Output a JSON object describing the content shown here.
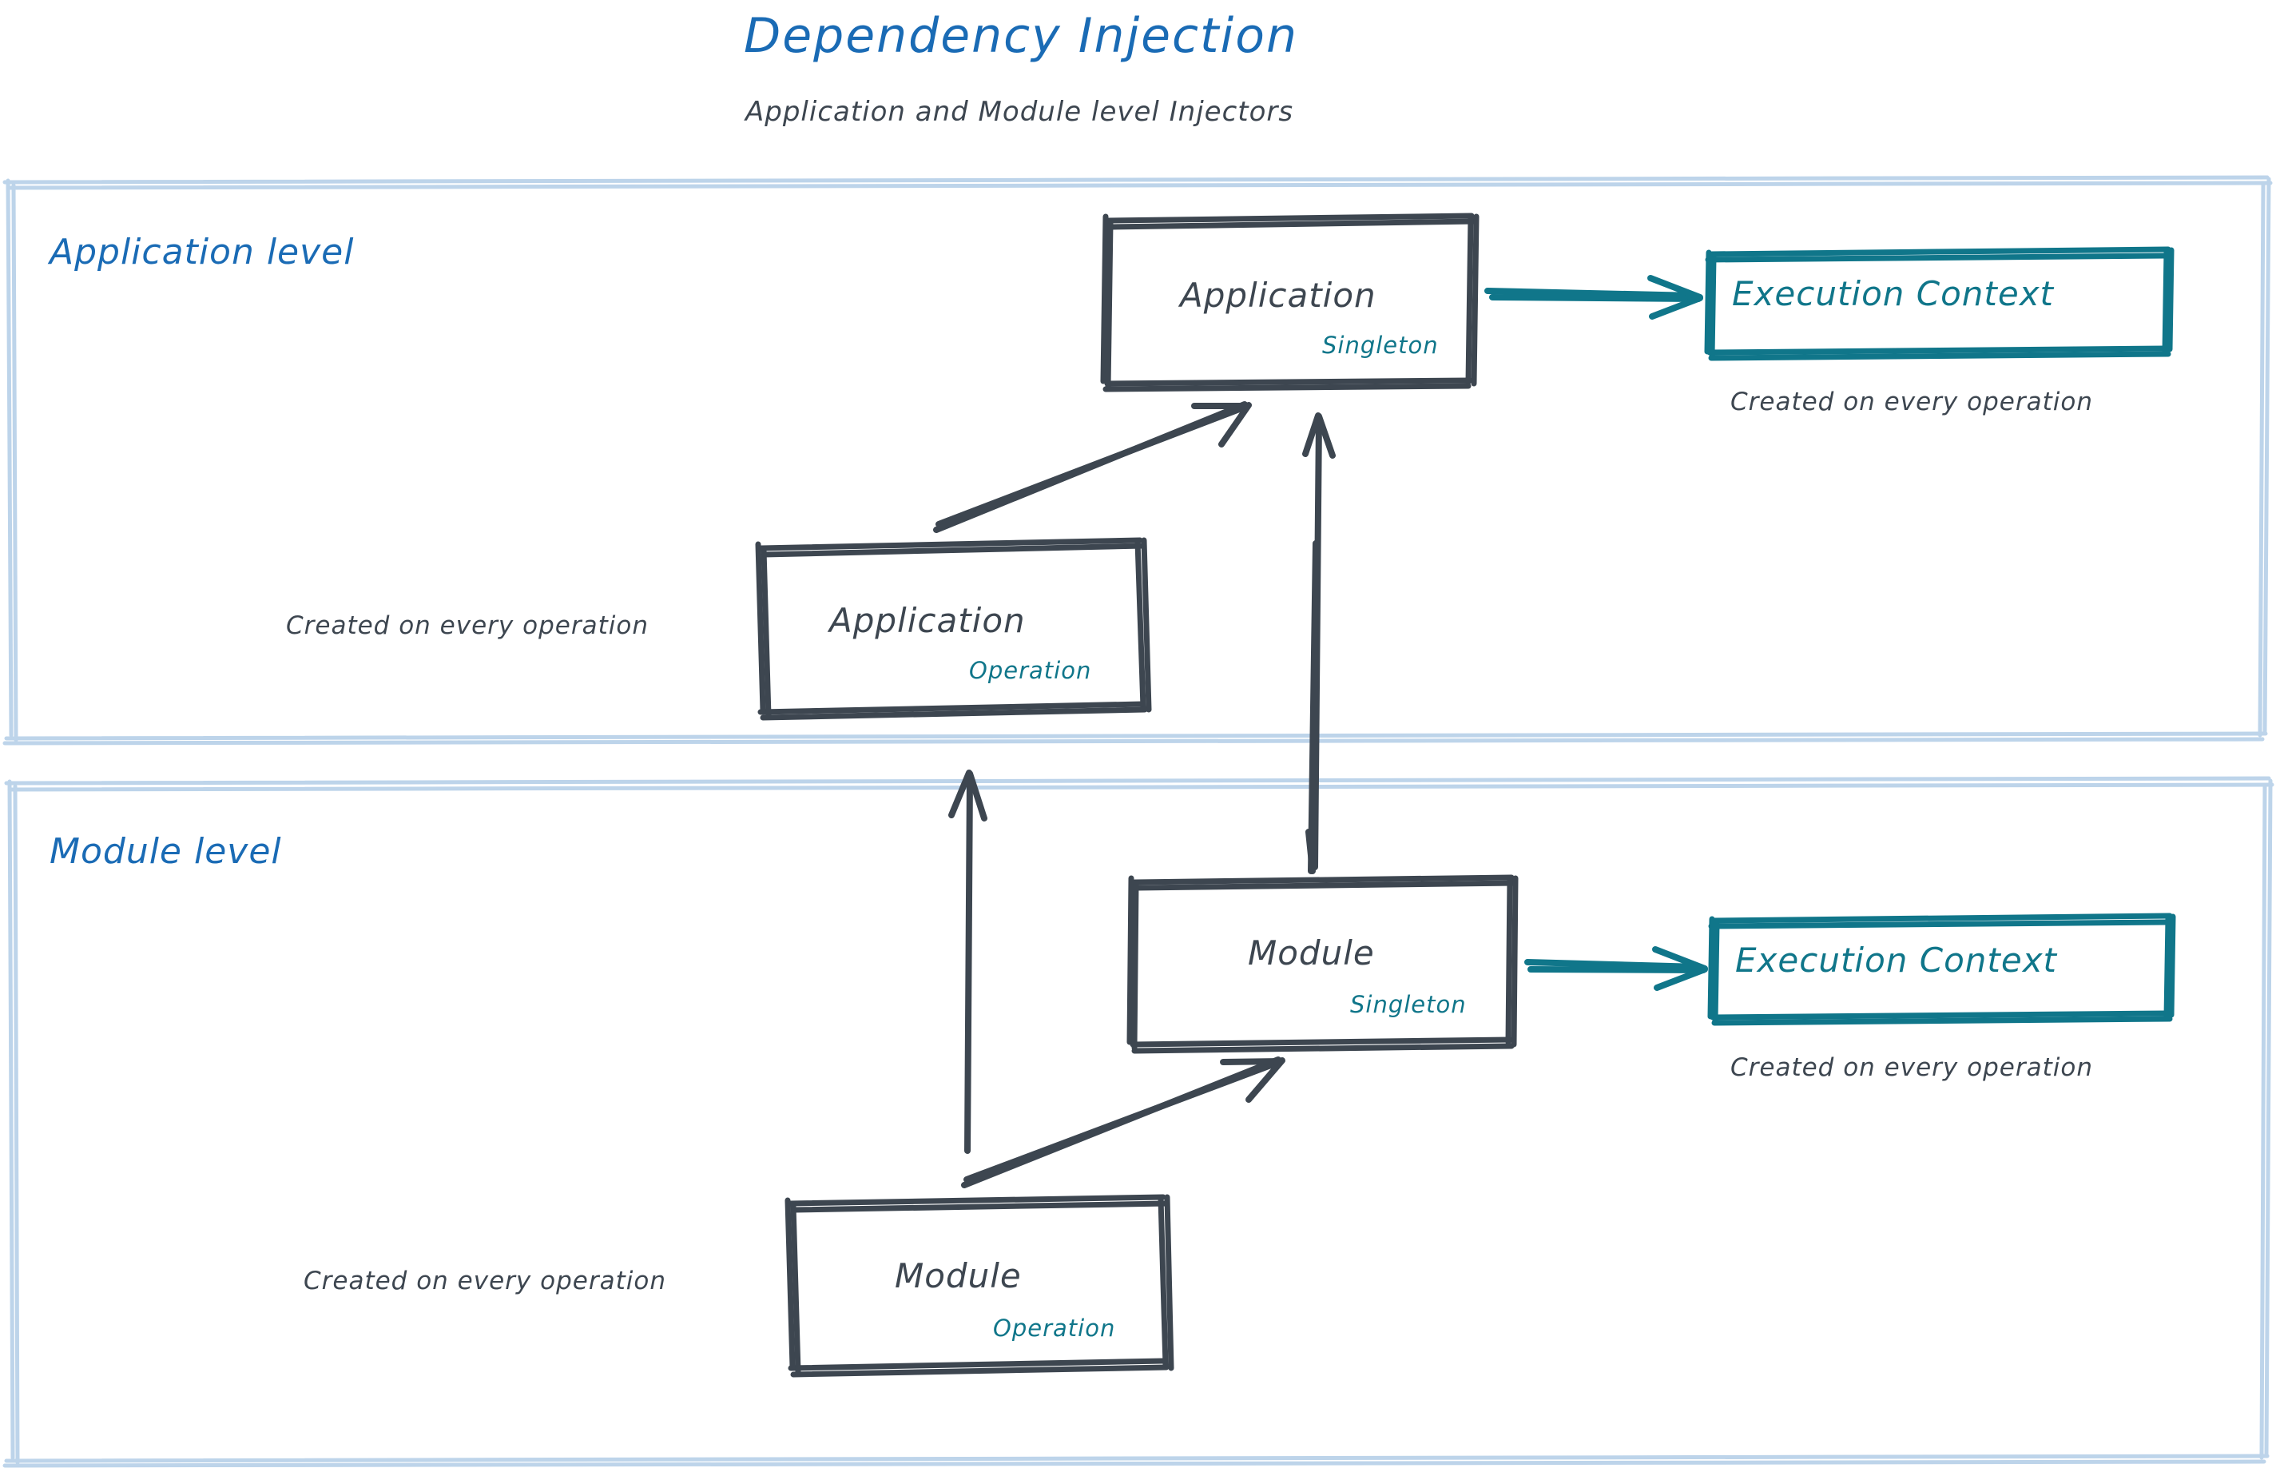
{
  "header": {
    "title": "Dependency Injection",
    "subtitle": "Application and Module level Injectors",
    "title_color": "#1a6bb5",
    "subtitle_color": "#3d4650"
  },
  "colors": {
    "accent_blue": "#1a6bb5",
    "container_border": "#bdd4ea",
    "box_stroke": "#3d4650",
    "teal": "#10768a",
    "ink": "#3d4650",
    "background": "#ffffff"
  },
  "sections": [
    {
      "id": "application-level",
      "label": "Application level",
      "nodes": [
        {
          "id": "application-singleton",
          "title": "Application",
          "scope": "Singleton",
          "scope_color": "#10768a",
          "style": "sketch-box"
        },
        {
          "id": "application-execution-context",
          "title": "Execution Context",
          "style": "teal-box",
          "note": "Created on every operation"
        },
        {
          "id": "application-operation",
          "title": "Application",
          "scope": "Operation",
          "scope_color": "#10768a",
          "style": "sketch-box",
          "note": "Created on every operation"
        }
      ]
    },
    {
      "id": "module-level",
      "label": "Module level",
      "nodes": [
        {
          "id": "module-singleton",
          "title": "Module",
          "scope": "Singleton",
          "scope_color": "#10768a",
          "style": "sketch-box"
        },
        {
          "id": "module-execution-context",
          "title": "Execution Context",
          "style": "teal-box",
          "note": "Created on every operation"
        },
        {
          "id": "module-operation",
          "title": "Module",
          "scope": "Operation",
          "scope_color": "#10768a",
          "style": "sketch-box",
          "note": "Created on every operation"
        }
      ]
    }
  ],
  "edges": [
    {
      "id": "app-singleton-to-exec-context",
      "from": "application-singleton",
      "to": "application-execution-context",
      "color": "#10768a",
      "direction": "right"
    },
    {
      "id": "app-operation-to-app-singleton",
      "from": "application-operation",
      "to": "application-singleton",
      "color": "#3d4650",
      "direction": "up-right"
    },
    {
      "id": "module-singleton-to-app-singleton",
      "from": "module-singleton",
      "to": "application-singleton",
      "color": "#3d4650",
      "direction": "up"
    },
    {
      "id": "module-operation-to-app-operation",
      "from": "module-operation",
      "to": "application-operation",
      "color": "#3d4650",
      "direction": "up"
    },
    {
      "id": "module-singleton-to-exec-context",
      "from": "module-singleton",
      "to": "module-execution-context",
      "color": "#10768a",
      "direction": "right"
    },
    {
      "id": "module-operation-to-module-singleton",
      "from": "module-operation",
      "to": "module-singleton",
      "color": "#3d4650",
      "direction": "up-right"
    }
  ],
  "labels": {
    "app_singleton_title": "Application",
    "app_singleton_scope": "Singleton",
    "app_exec_title": "Execution Context",
    "app_exec_note": "Created on every operation",
    "app_operation_title": "Application",
    "app_operation_scope": "Operation",
    "app_operation_note": "Created on every operation",
    "mod_singleton_title": "Module",
    "mod_singleton_scope": "Singleton",
    "mod_exec_title": "Execution Context",
    "mod_exec_note": "Created on every operation",
    "mod_operation_title": "Module",
    "mod_operation_scope": "Operation",
    "mod_operation_note": "Created on every operation",
    "application_level": "Application level",
    "module_level": "Module level"
  }
}
